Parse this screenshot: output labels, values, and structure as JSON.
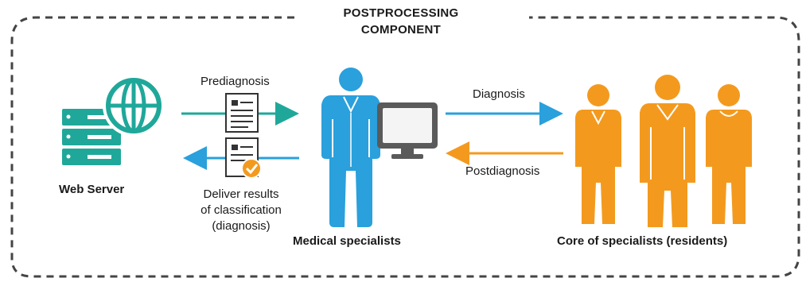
{
  "component": {
    "title_line1": "POSTPROCESSING",
    "title_line2": "COMPONENT"
  },
  "nodes": {
    "web_server": {
      "label": "Web Server",
      "icon": "server-globe-icon"
    },
    "medical": {
      "label": "Medical specialists",
      "icon": "doctor-with-monitor-icon"
    },
    "core": {
      "label": "Core of specialists (residents)",
      "icon": "group-of-specialists-icon"
    }
  },
  "flows": {
    "prediagnosis": "Prediagnosis",
    "deliver_line1": "Deliver results",
    "deliver_line2": "of classification",
    "deliver_line3": "(diagnosis)",
    "diagnosis": "Diagnosis",
    "postdiagnosis": "Postdiagnosis"
  },
  "colors": {
    "teal": "#1fa89a",
    "blue": "#2aa0dc",
    "orange": "#f39a1e",
    "dash": "#444444",
    "monitor": "#5a5a5a"
  }
}
